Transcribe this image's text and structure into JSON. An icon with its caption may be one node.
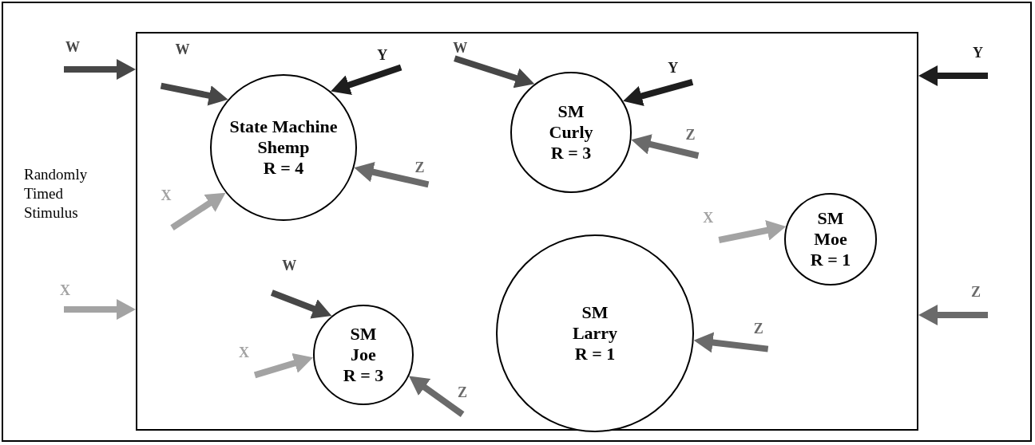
{
  "diagram": {
    "nodes": [
      {
        "text": [],
        "shape": "box"
      },
      {
        "text": [
          "State Machine Shemp",
          "R = 4"
        ],
        "in": 0
      },
      {
        "text": [
          "SM Curly",
          "R = 3"
        ],
        "in": 0
      },
      {
        "text": [
          "SM Moe",
          "R = 1"
        ],
        "in": 0
      },
      {
        "text": [
          "SM Joe",
          "R = 3"
        ],
        "in": 0
      },
      {
        "text": [
          "SM Larry",
          "R = 1"
        ],
        "in": 0
      }
    ],
    "edges": [
      {
        "from": null,
        "to": 0,
        "arrow": "to",
        "label": "W",
        "color": "#474747"
      },
      {
        "from": null,
        "to": 0,
        "arrow": "to",
        "label": "X",
        "color": "#a3a3a3"
      },
      {
        "from": null,
        "to": 1,
        "arrow": "to",
        "label": "W",
        "color": "#474747"
      },
      {
        "from": null,
        "to": 1,
        "arrow": "to",
        "label": "Y",
        "color": "#1e1e1e"
      },
      {
        "from": null,
        "to": 1,
        "arrow": "to",
        "label": "Z",
        "color": "#6a6a6a"
      },
      {
        "from": null,
        "to": 1,
        "arrow": "to",
        "label": "X",
        "color": "#a3a3a3"
      },
      {
        "from": null,
        "to": 2,
        "arrow": "to",
        "label": "W",
        "color": "#474747"
      },
      {
        "from": null,
        "to": 2,
        "arrow": "to",
        "label": "Y",
        "color": "#1e1e1e"
      },
      {
        "from": null,
        "to": 2,
        "arrow": "to",
        "label": "Z",
        "color": "#6a6a6a"
      },
      {
        "from": null,
        "to": 3,
        "arrow": "to",
        "label": "X",
        "color": "#a3a3a3"
      },
      {
        "from": null,
        "to": 4,
        "arrow": "to",
        "label": "W",
        "color": "#474747"
      },
      {
        "from": null,
        "to": 4,
        "arrow": "to",
        "label": "X",
        "color": "#a3a3a3"
      },
      {
        "from": null,
        "to": 4,
        "arrow": "to",
        "label": "Z",
        "color": "#6a6a6a"
      },
      {
        "from": null,
        "to": 5,
        "arrow": "to",
        "label": "Z",
        "color": "#6a6a6a"
      },
      {
        "from": null,
        "to": 0,
        "arrow": "to",
        "label": "Y",
        "color": "#1e1e1e"
      },
      {
        "from": null,
        "to": 0,
        "arrow": "to",
        "label": "Z",
        "color": "#6a6a6a"
      }
    ],
    "labels": [
      "Randomly Timed Stimulus"
    ]
  }
}
